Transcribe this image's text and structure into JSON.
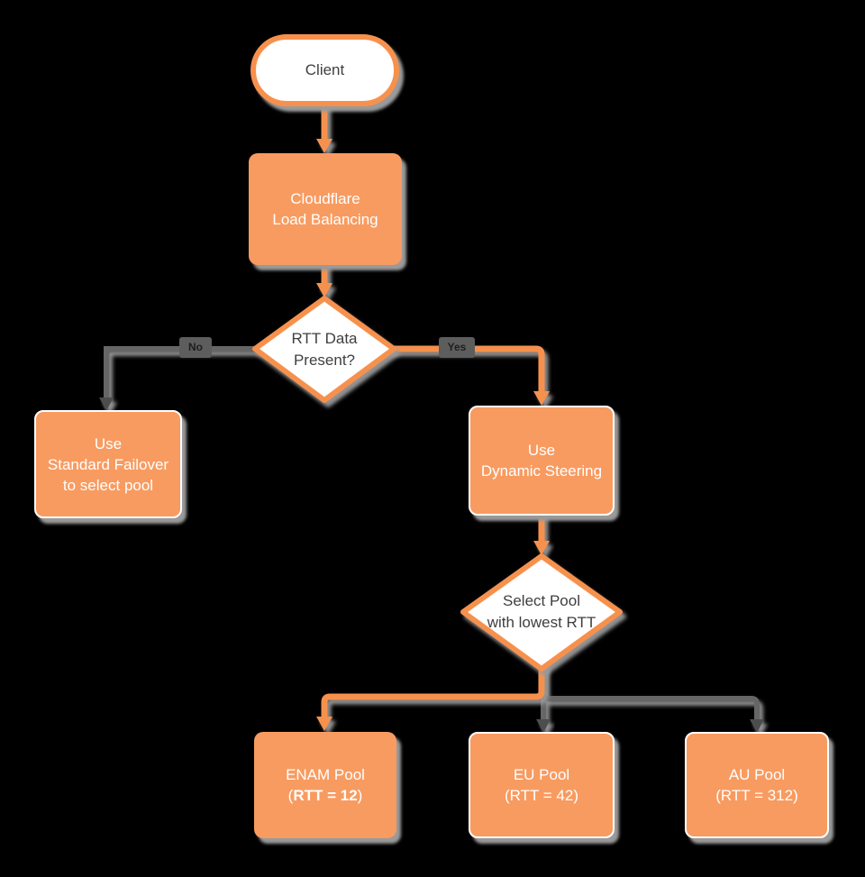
{
  "colors": {
    "background": "#000000",
    "accent_orange": "#F6914D",
    "node_fill_orange": "#F89B60",
    "line_gray": "#666666",
    "arrow_gray": "#4D4D4D",
    "shadow_gray": "#9A9A9A",
    "text_dark": "#3F3F3F",
    "text_light": "#FFFFFF",
    "badge_bg": "#5D5D5D",
    "badge_text": "#1E1E1E"
  },
  "nodes": {
    "client": {
      "label": "Client"
    },
    "load_balancer": {
      "lines": [
        "Cloudflare",
        "Load Balancing"
      ]
    },
    "rtt_decision": {
      "lines": [
        "RTT Data",
        "Present?"
      ]
    },
    "standard_failover": {
      "lines": [
        "Use",
        "Standard Failover",
        "to select pool"
      ]
    },
    "dynamic_steering": {
      "lines": [
        "Use",
        "Dynamic Steering"
      ]
    },
    "select_pool_decision": {
      "lines": [
        "Select Pool",
        "with lowest RTT"
      ]
    },
    "enam_pool": {
      "lines": [
        "ENAM Pool"
      ],
      "rtt_open": "(",
      "rtt_bold": "RTT = 12",
      "rtt_close": ")"
    },
    "eu_pool": {
      "lines": [
        "EU Pool",
        "(RTT = 42)"
      ]
    },
    "au_pool": {
      "lines": [
        "AU Pool",
        "(RTT = 312)"
      ]
    }
  },
  "edge_labels": {
    "no": "No",
    "yes": "Yes"
  }
}
